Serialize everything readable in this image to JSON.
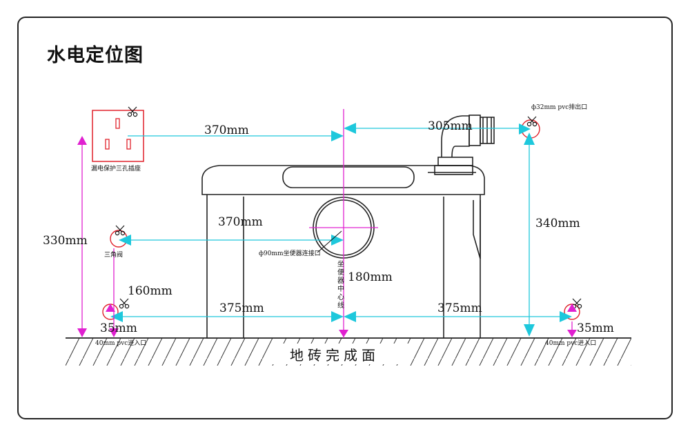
{
  "title": "水电定位图",
  "floor_label": "地砖完成面",
  "dimensions": {
    "socket_to_center": "370mm",
    "outlet_to_center": "305mm",
    "socket_height": "330mm",
    "outlet_height": "340mm",
    "valve_to_center": "370mm",
    "valve_height": "160mm",
    "toilet_inlet_height": "180mm",
    "left_inlet_to_center": "375mm",
    "right_inlet_to_center": "375mm",
    "left_inlet_height": "35mm",
    "right_inlet_height": "35mm"
  },
  "callouts": {
    "socket": "漏电保护三孔插座",
    "outlet_pipe": "ф32mm pvc排出口",
    "angle_valve": "三角阀",
    "toilet_inlet": "ф90mm坐便器连接口",
    "left_inlet": "40mm pvc进入口",
    "right_inlet": "40mm pvc进入口",
    "centerline": [
      "坐",
      "便",
      "器",
      "中",
      "心",
      "线"
    ]
  },
  "colors": {
    "dimension_line": "#1ec8dc",
    "height_line": "#e020d0",
    "marker": "#e0202a",
    "outline": "#222222"
  },
  "icons": [
    "scissors-icon",
    "power-socket-icon",
    "target-marker-icon"
  ]
}
